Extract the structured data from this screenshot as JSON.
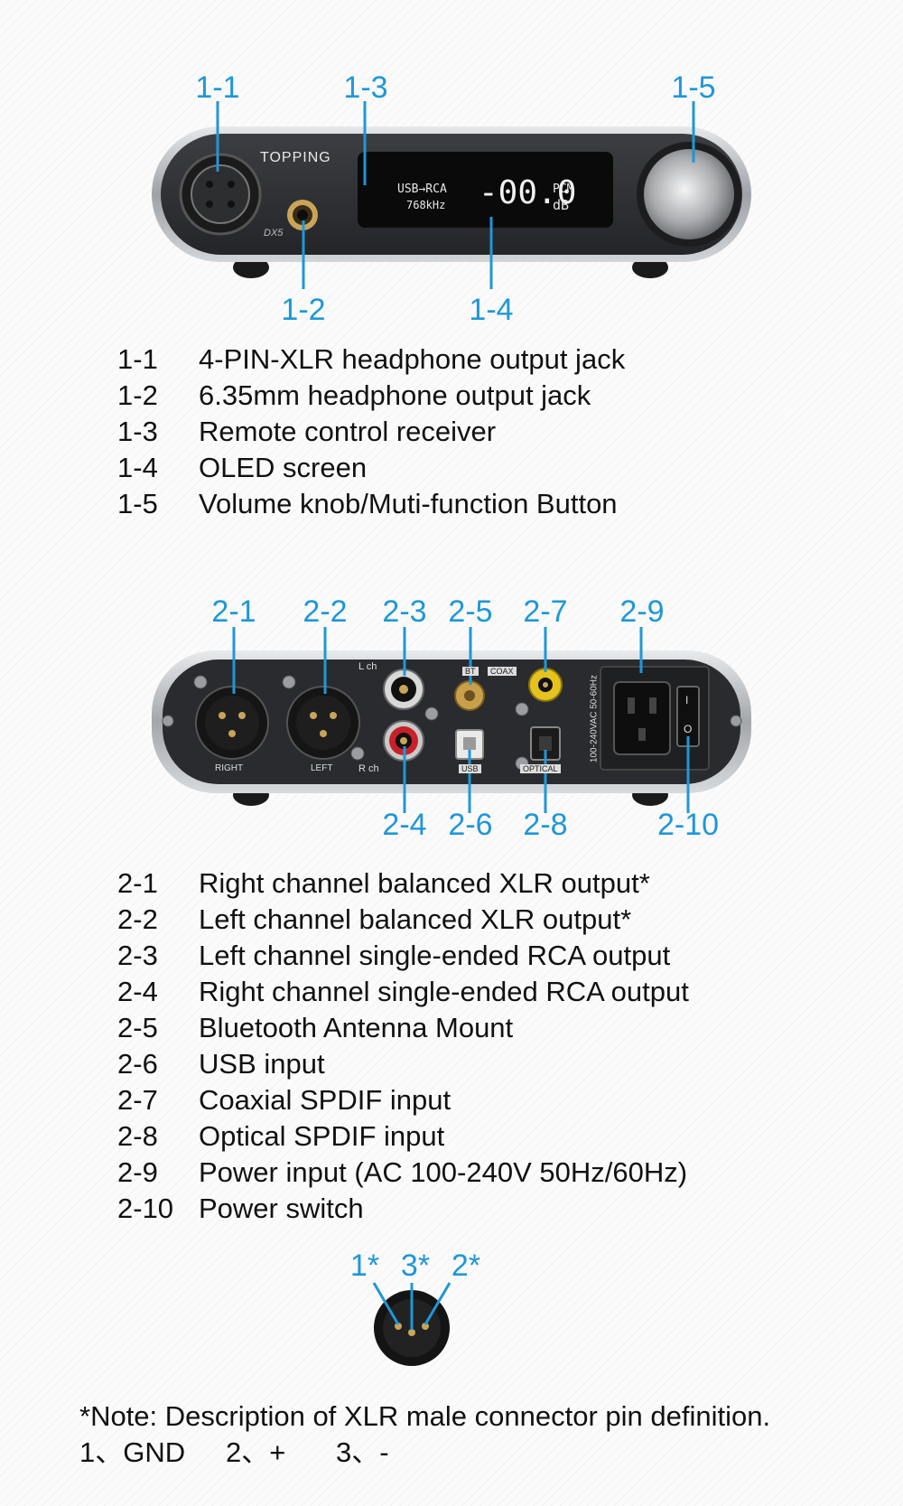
{
  "front": {
    "callouts": [
      "1-1",
      "1-3",
      "1-5",
      "1-2",
      "1-4"
    ],
    "brand": "TOPPING",
    "model": "DX5",
    "display": {
      "line1": "USB→RCA",
      "line2": "768kHz",
      "volume": "-00.0",
      "fmt": "PCM",
      "unit": "dB"
    },
    "items": [
      {
        "code": "1-1",
        "desc": "4-PIN-XLR headphone output jack"
      },
      {
        "code": "1-2",
        "desc": "6.35mm headphone output jack"
      },
      {
        "code": "1-3",
        "desc": "Remote control receiver"
      },
      {
        "code": "1-4",
        "desc": "OLED screen"
      },
      {
        "code": "1-5",
        "desc": "Volume knob/Muti-function Button"
      }
    ]
  },
  "rear": {
    "callouts_top": [
      "2-1",
      "2-2",
      "2-3",
      "2-5",
      "2-7",
      "2-9"
    ],
    "callouts_bottom": [
      "2-4",
      "2-6",
      "2-8",
      "2-10"
    ],
    "panel_labels": {
      "right": "RIGHT",
      "left": "LEFT",
      "lch": "L ch",
      "rch": "R ch",
      "bt": "BT",
      "coax": "COAX",
      "usb": "USB",
      "optical": "OPTICAL",
      "power": "100-240VAC 50-60Hz",
      "switch_on": "I",
      "switch_off": "O"
    },
    "items": [
      {
        "code": "2-1",
        "desc": "Right channel balanced XLR output*"
      },
      {
        "code": "2-2",
        "desc": "Left channel balanced XLR output*"
      },
      {
        "code": "2-3",
        "desc": "Left channel single-ended RCA output"
      },
      {
        "code": "2-4",
        "desc": "Right channel single-ended RCA output"
      },
      {
        "code": "2-5",
        "desc": "Bluetooth Antenna Mount"
      },
      {
        "code": "2-6",
        "desc": "USB input"
      },
      {
        "code": "2-7",
        "desc": "Coaxial SPDIF input"
      },
      {
        "code": "2-8",
        "desc": "Optical SPDIF input"
      },
      {
        "code": "2-9",
        "desc": "Power input (AC 100-240V 50Hz/60Hz)"
      },
      {
        "code": "2-10",
        "desc": "Power switch"
      }
    ]
  },
  "xlr": {
    "callouts": [
      "1*",
      "3*",
      "2*"
    ]
  },
  "note": {
    "text": "*Note: Description of XLR male connector pin definition.",
    "pins": [
      "1、GND",
      "2、+",
      "3、-"
    ]
  },
  "colors": {
    "accent": "#1f97d8",
    "body": "#2b2b2d",
    "frame": "#b9bcc0"
  }
}
